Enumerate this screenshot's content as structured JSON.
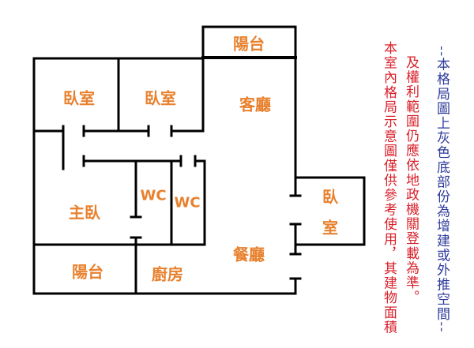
{
  "rooms": {
    "bedroom1": "臥室",
    "bedroom2": "臥室",
    "living_room": "客廳",
    "master_bedroom": "主臥",
    "wc1": "WC",
    "wc2": "WC",
    "balcony_top": "陽台",
    "balcony_bottom": "陽台",
    "kitchen": "廚房",
    "dining_room": "餐廳",
    "side_bedroom_1": "臥",
    "side_bedroom_2": "室"
  },
  "notes": {
    "disclaimer_1": "本室內格局示意圖僅供參考使用，其建物面積",
    "disclaimer_2": "及權利範圍仍應依地政機關登載為準。",
    "extension_note": "--本格局圖上灰色底部份為增建或外推空間--"
  },
  "colors": {
    "label": "#e8812e",
    "note_red": "#d8202a",
    "note_blue": "#2e3b9c",
    "wall": "#000000"
  }
}
